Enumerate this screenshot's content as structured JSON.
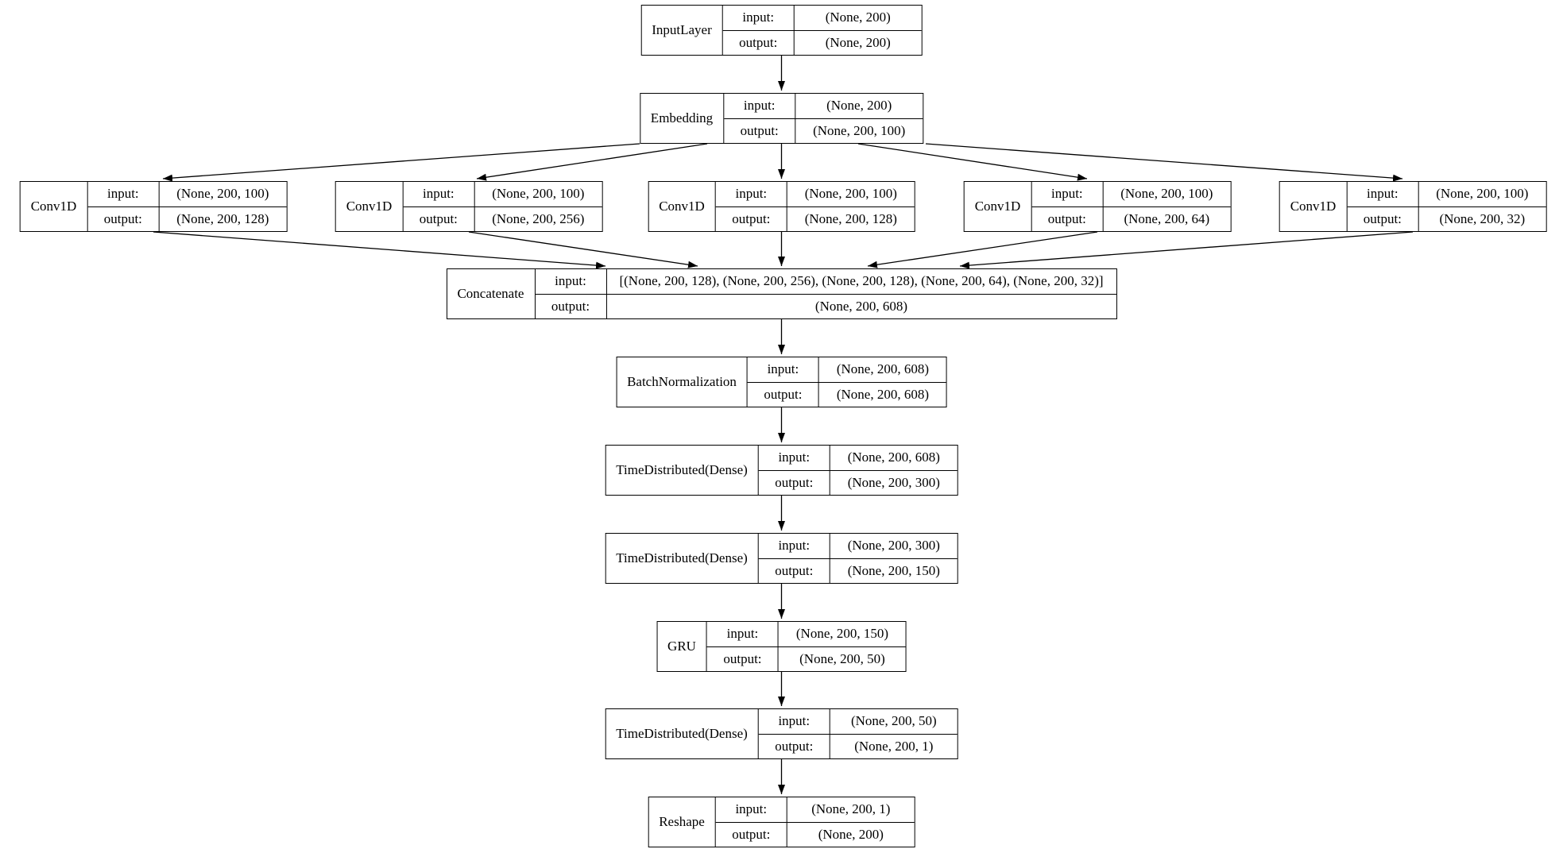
{
  "diagram": {
    "background_color": "#ffffff",
    "line_color": "#000000",
    "labels": {
      "input": "input:",
      "output": "output:"
    },
    "nodes": [
      {
        "id": "input_layer",
        "name": "InputLayer",
        "input_shape": "(None, 200)",
        "output_shape": "(None, 200)"
      },
      {
        "id": "embedding",
        "name": "Embedding",
        "input_shape": "(None, 200)",
        "output_shape": "(None, 200, 100)"
      },
      {
        "id": "conv1d_1",
        "name": "Conv1D",
        "input_shape": "(None, 200, 100)",
        "output_shape": "(None, 200, 128)"
      },
      {
        "id": "conv1d_2",
        "name": "Conv1D",
        "input_shape": "(None, 200, 100)",
        "output_shape": "(None, 200, 256)"
      },
      {
        "id": "conv1d_3",
        "name": "Conv1D",
        "input_shape": "(None, 200, 100)",
        "output_shape": "(None, 200, 128)"
      },
      {
        "id": "conv1d_4",
        "name": "Conv1D",
        "input_shape": "(None, 200, 100)",
        "output_shape": "(None, 200, 64)"
      },
      {
        "id": "conv1d_5",
        "name": "Conv1D",
        "input_shape": "(None, 200, 100)",
        "output_shape": "(None, 200, 32)"
      },
      {
        "id": "concatenate",
        "name": "Concatenate",
        "input_shape": "[(None, 200, 128), (None, 200, 256), (None, 200, 128), (None, 200, 64), (None, 200, 32)]",
        "output_shape": "(None, 200, 608)"
      },
      {
        "id": "batch_normalization",
        "name": "BatchNormalization",
        "input_shape": "(None, 200, 608)",
        "output_shape": "(None, 200, 608)"
      },
      {
        "id": "time_distributed_dense_1",
        "name": "TimeDistributed(Dense)",
        "input_shape": "(None, 200, 608)",
        "output_shape": "(None, 200, 300)"
      },
      {
        "id": "time_distributed_dense_2",
        "name": "TimeDistributed(Dense)",
        "input_shape": "(None, 200, 300)",
        "output_shape": "(None, 200, 150)"
      },
      {
        "id": "gru",
        "name": "GRU",
        "input_shape": "(None, 200, 150)",
        "output_shape": "(None, 200, 50)"
      },
      {
        "id": "time_distributed_dense_3",
        "name": "TimeDistributed(Dense)",
        "input_shape": "(None, 200, 50)",
        "output_shape": "(None, 200, 1)"
      },
      {
        "id": "reshape",
        "name": "Reshape",
        "input_shape": "(None, 200, 1)",
        "output_shape": "(None, 200)"
      }
    ],
    "edges": [
      {
        "from": "input_layer",
        "to": "embedding"
      },
      {
        "from": "embedding",
        "to": "conv1d_1"
      },
      {
        "from": "embedding",
        "to": "conv1d_2"
      },
      {
        "from": "embedding",
        "to": "conv1d_3"
      },
      {
        "from": "embedding",
        "to": "conv1d_4"
      },
      {
        "from": "embedding",
        "to": "conv1d_5"
      },
      {
        "from": "conv1d_1",
        "to": "concatenate"
      },
      {
        "from": "conv1d_2",
        "to": "concatenate"
      },
      {
        "from": "conv1d_3",
        "to": "concatenate"
      },
      {
        "from": "conv1d_4",
        "to": "concatenate"
      },
      {
        "from": "conv1d_5",
        "to": "concatenate"
      },
      {
        "from": "concatenate",
        "to": "batch_normalization"
      },
      {
        "from": "batch_normalization",
        "to": "time_distributed_dense_1"
      },
      {
        "from": "time_distributed_dense_1",
        "to": "time_distributed_dense_2"
      },
      {
        "from": "time_distributed_dense_2",
        "to": "gru"
      },
      {
        "from": "gru",
        "to": "time_distributed_dense_3"
      },
      {
        "from": "time_distributed_dense_3",
        "to": "reshape"
      }
    ]
  }
}
